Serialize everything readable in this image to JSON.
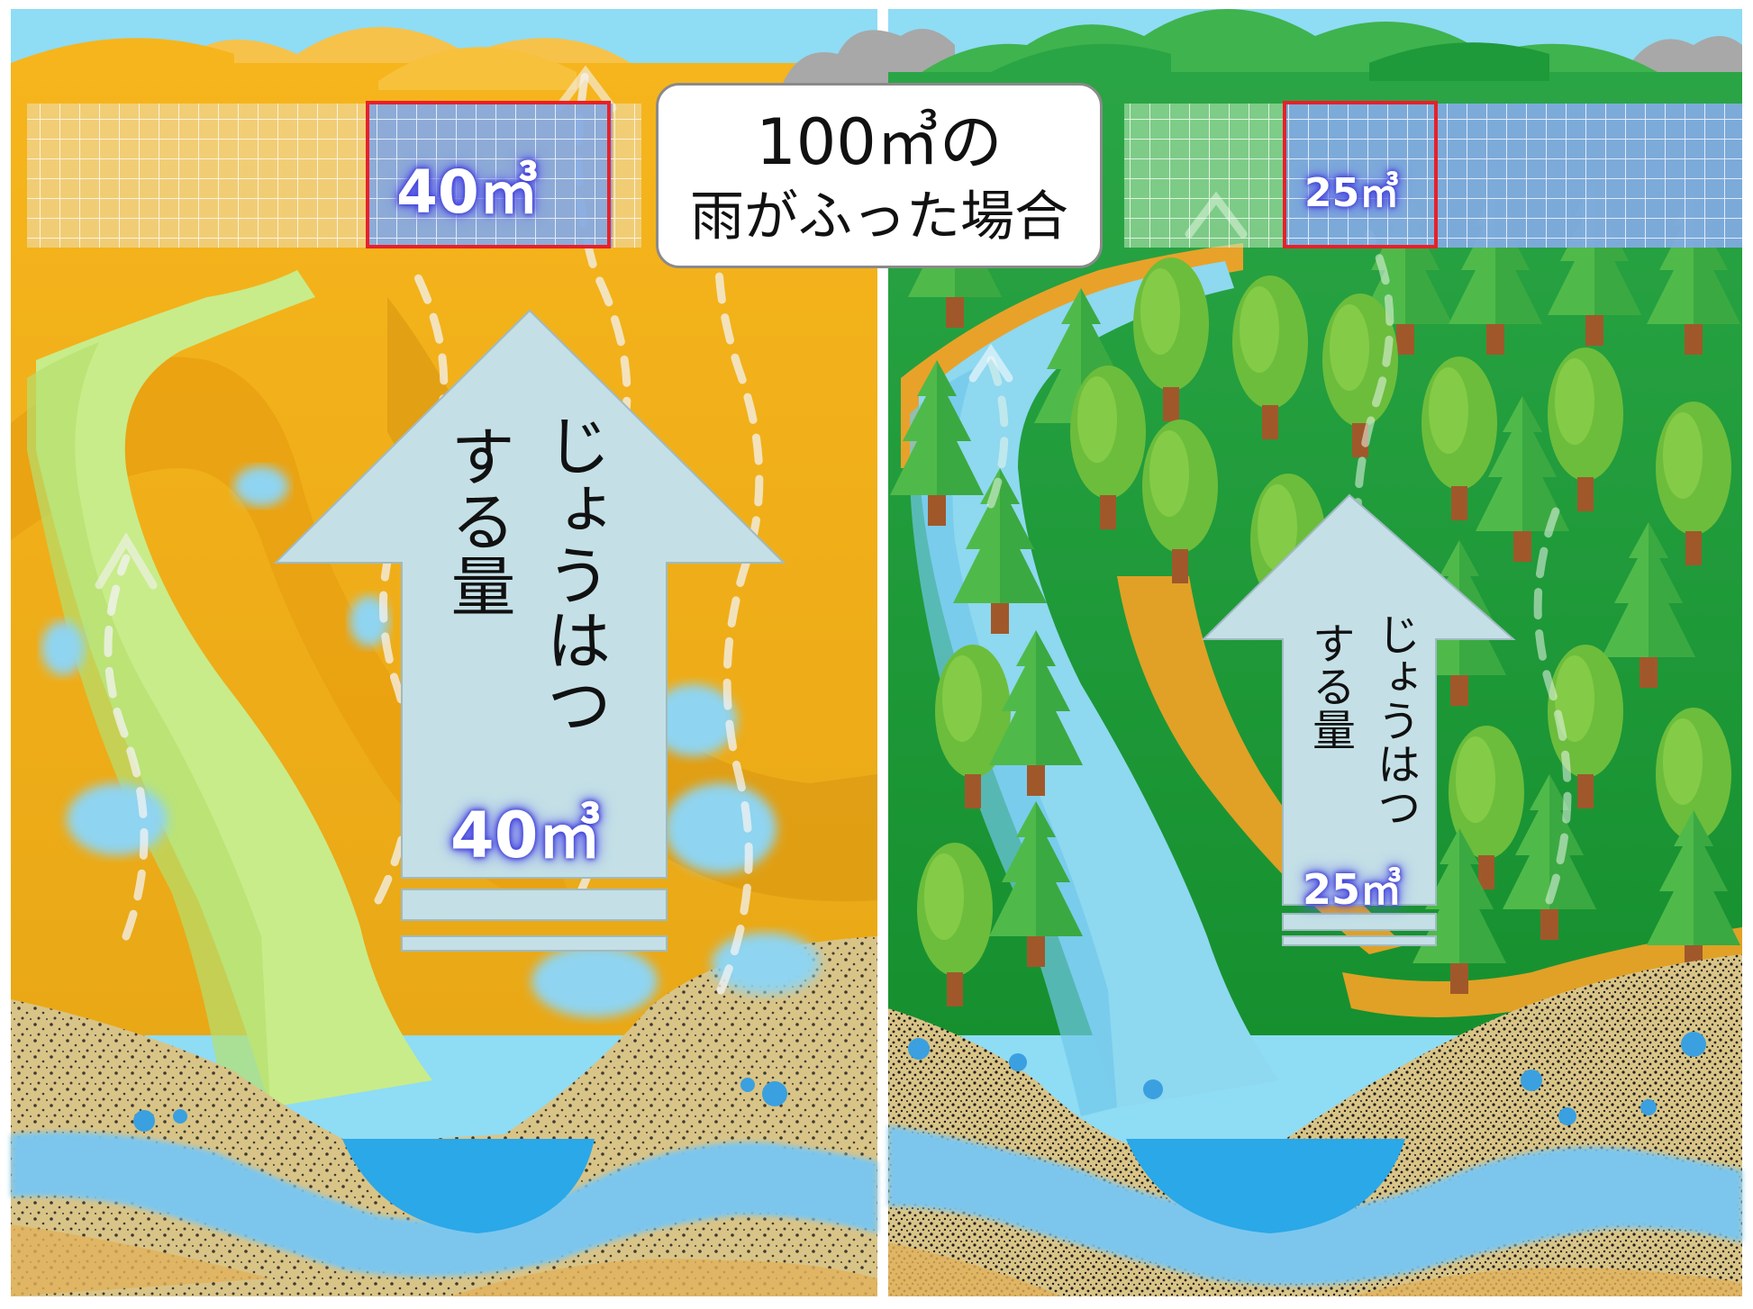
{
  "title": {
    "line1": "100㎥の",
    "line2": "雨がふった場合"
  },
  "left_panel": {
    "grid_amount": "40㎥",
    "arrow_label_col1": "じょうはつ",
    "arrow_label_col2": "する量",
    "arrow_amount": "40㎥"
  },
  "right_panel": {
    "grid_amount": "25㎥",
    "arrow_label_col1": "じょうはつ",
    "arrow_label_col2": "する量",
    "arrow_amount": "25㎥"
  },
  "colors": {
    "sky": "#8fdcf5",
    "bare_mountain": "#f0b323",
    "forest": "#1f9a3a",
    "river_left": "#c8ec8a",
    "river_right": "#8ed8f0",
    "soil": "#d9c487",
    "underground_water": "#7cc6ee",
    "highlight_border": "#e8202a"
  }
}
